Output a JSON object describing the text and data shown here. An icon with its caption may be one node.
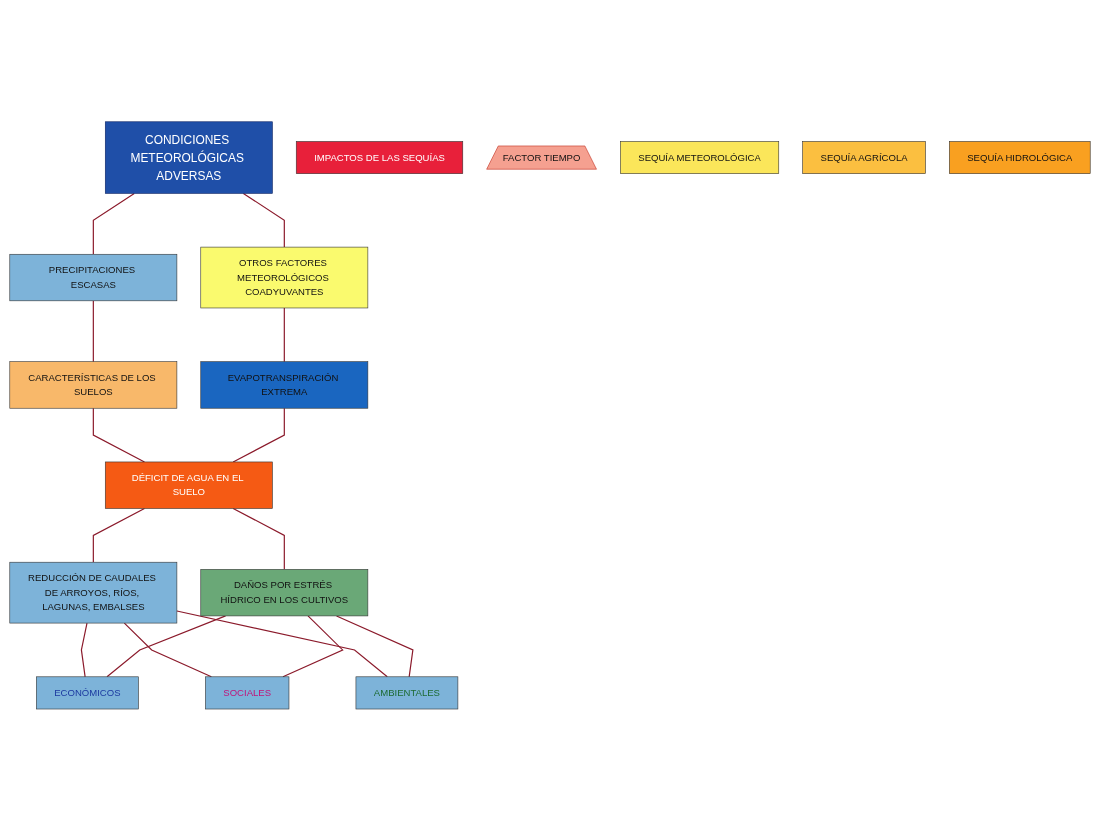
{
  "diagram": {
    "nodes": [
      {
        "text": [
          "CONDICIONES METEOROLÓGICAS ADVERSAS"
        ]
      },
      {
        "text": [
          "PRECIPITACIONES ESCASAS"
        ]
      },
      {
        "text": [
          "OTROS FACTORES METEOROLÓGICOS COADYUVANTES"
        ]
      },
      {
        "text": [
          "CARACTERÍSTICAS DE LOS SUELOS"
        ]
      },
      {
        "text": [
          "EVAPOTRANSPIRACIÓN EXTREMA"
        ]
      },
      {
        "text": [
          "DÉFICIT DE AGUA EN EL SUELO"
        ]
      },
      {
        "text": [
          "DAÑOS POR ESTRÉS HÍDRICO EN LOS CULTIVOS"
        ]
      },
      {
        "text": [
          "REDUCCIÓN DE CAUDALES DE ARROYOS, RÍOS, LAGUNAS, EMBALSES"
        ]
      },
      {
        "text": [
          "ECONÓMICOS"
        ]
      },
      {
        "text": [
          "SOCIALES"
        ]
      },
      {
        "text": [
          "AMBIENTALES"
        ]
      },
      {
        "text": [
          "IMPACTOS DE LAS SEQUÍAS"
        ]
      },
      {
        "text": [
          "FACTOR TIEMPO"
        ]
      },
      {
        "text": [
          "SEQUÍA METEOROLÓGICA"
        ]
      },
      {
        "text": [
          "SEQUÍA AGRÍCOLA"
        ]
      },
      {
        "text": [
          "SEQUÍA HIDROLÓGICA"
        ]
      }
    ],
    "edges": [
      {
        "from": 0,
        "to": 1,
        "arrow": "none"
      },
      {
        "from": 0,
        "to": 2,
        "arrow": "none"
      },
      {
        "from": 1,
        "to": 3,
        "arrow": "none"
      },
      {
        "from": 2,
        "to": 4,
        "arrow": "none"
      },
      {
        "from": 3,
        "to": 5,
        "arrow": "none"
      },
      {
        "from": 4,
        "to": 5,
        "arrow": "none"
      },
      {
        "from": 5,
        "to": 7,
        "arrow": "none"
      },
      {
        "from": 5,
        "to": 6,
        "arrow": "none"
      },
      {
        "from": 7,
        "to": 8,
        "arrow": "none"
      },
      {
        "from": 7,
        "to": 9,
        "arrow": "none"
      },
      {
        "from": 7,
        "to": 10,
        "arrow": "none"
      },
      {
        "from": 6,
        "to": 8,
        "arrow": "none"
      },
      {
        "from": 6,
        "to": 9,
        "arrow": "none"
      },
      {
        "from": 6,
        "to": 10,
        "arrow": "none"
      }
    ]
  }
}
